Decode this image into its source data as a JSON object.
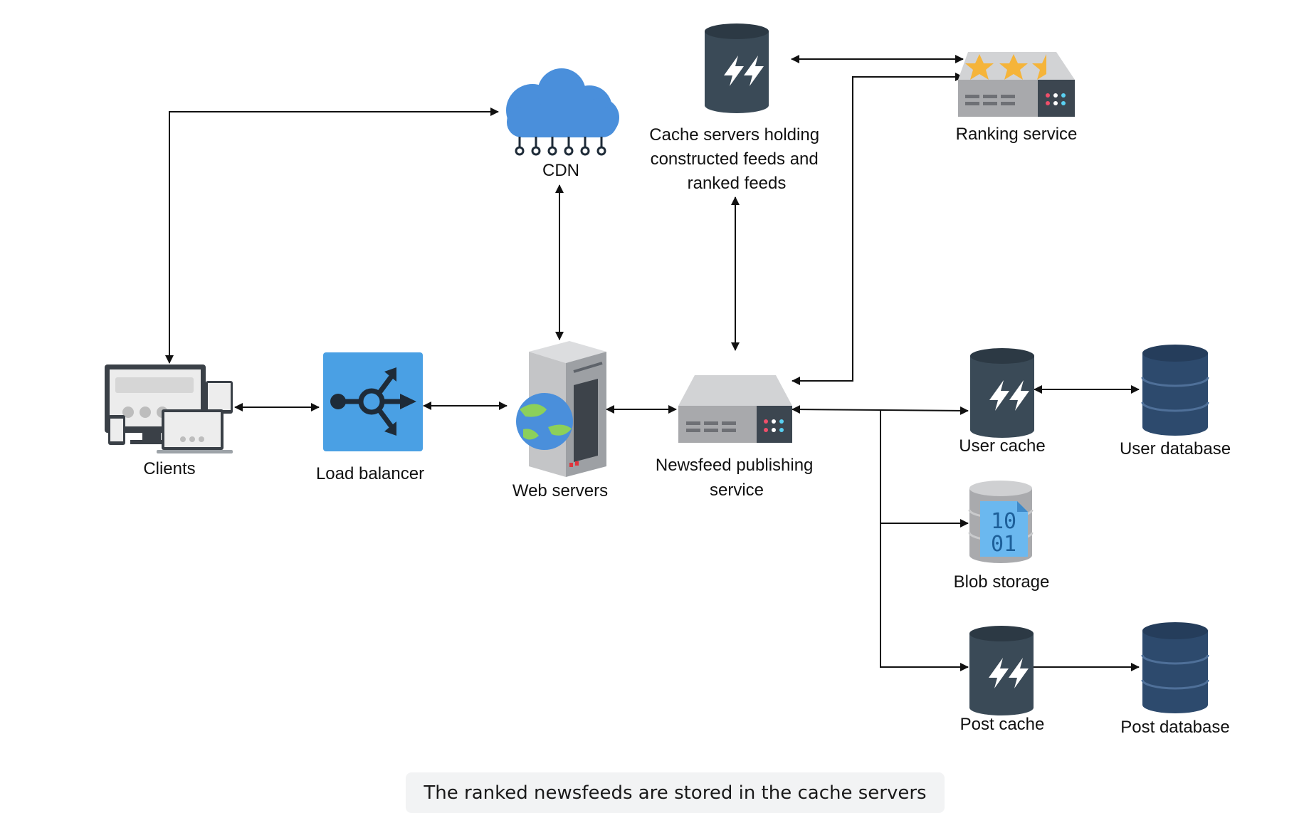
{
  "nodes": {
    "clients": "Clients",
    "load_balancer": "Load balancer",
    "web_servers": "Web servers",
    "cdn": "CDN",
    "cache_servers": [
      "Cache servers holding",
      "constructed feeds and",
      "ranked feeds"
    ],
    "ranking_service": "Ranking service",
    "newsfeed_service": [
      "Newsfeed publishing",
      "service"
    ],
    "user_cache": "User cache",
    "user_database": "User database",
    "blob_storage": "Blob storage",
    "post_cache": "Post cache",
    "post_database": "Post database"
  },
  "blob_bits": [
    "10",
    "01"
  ],
  "caption": "The ranked newsfeeds are stored in the cache servers",
  "colors": {
    "cdn": "#4a8fdb",
    "load_balancer": "#4aa0e4",
    "cache_server": "#3a4a57",
    "database": "#2d4a6d",
    "server_gray": "#c9cacc",
    "star": "#f5b43a",
    "arrow": "#111111"
  }
}
